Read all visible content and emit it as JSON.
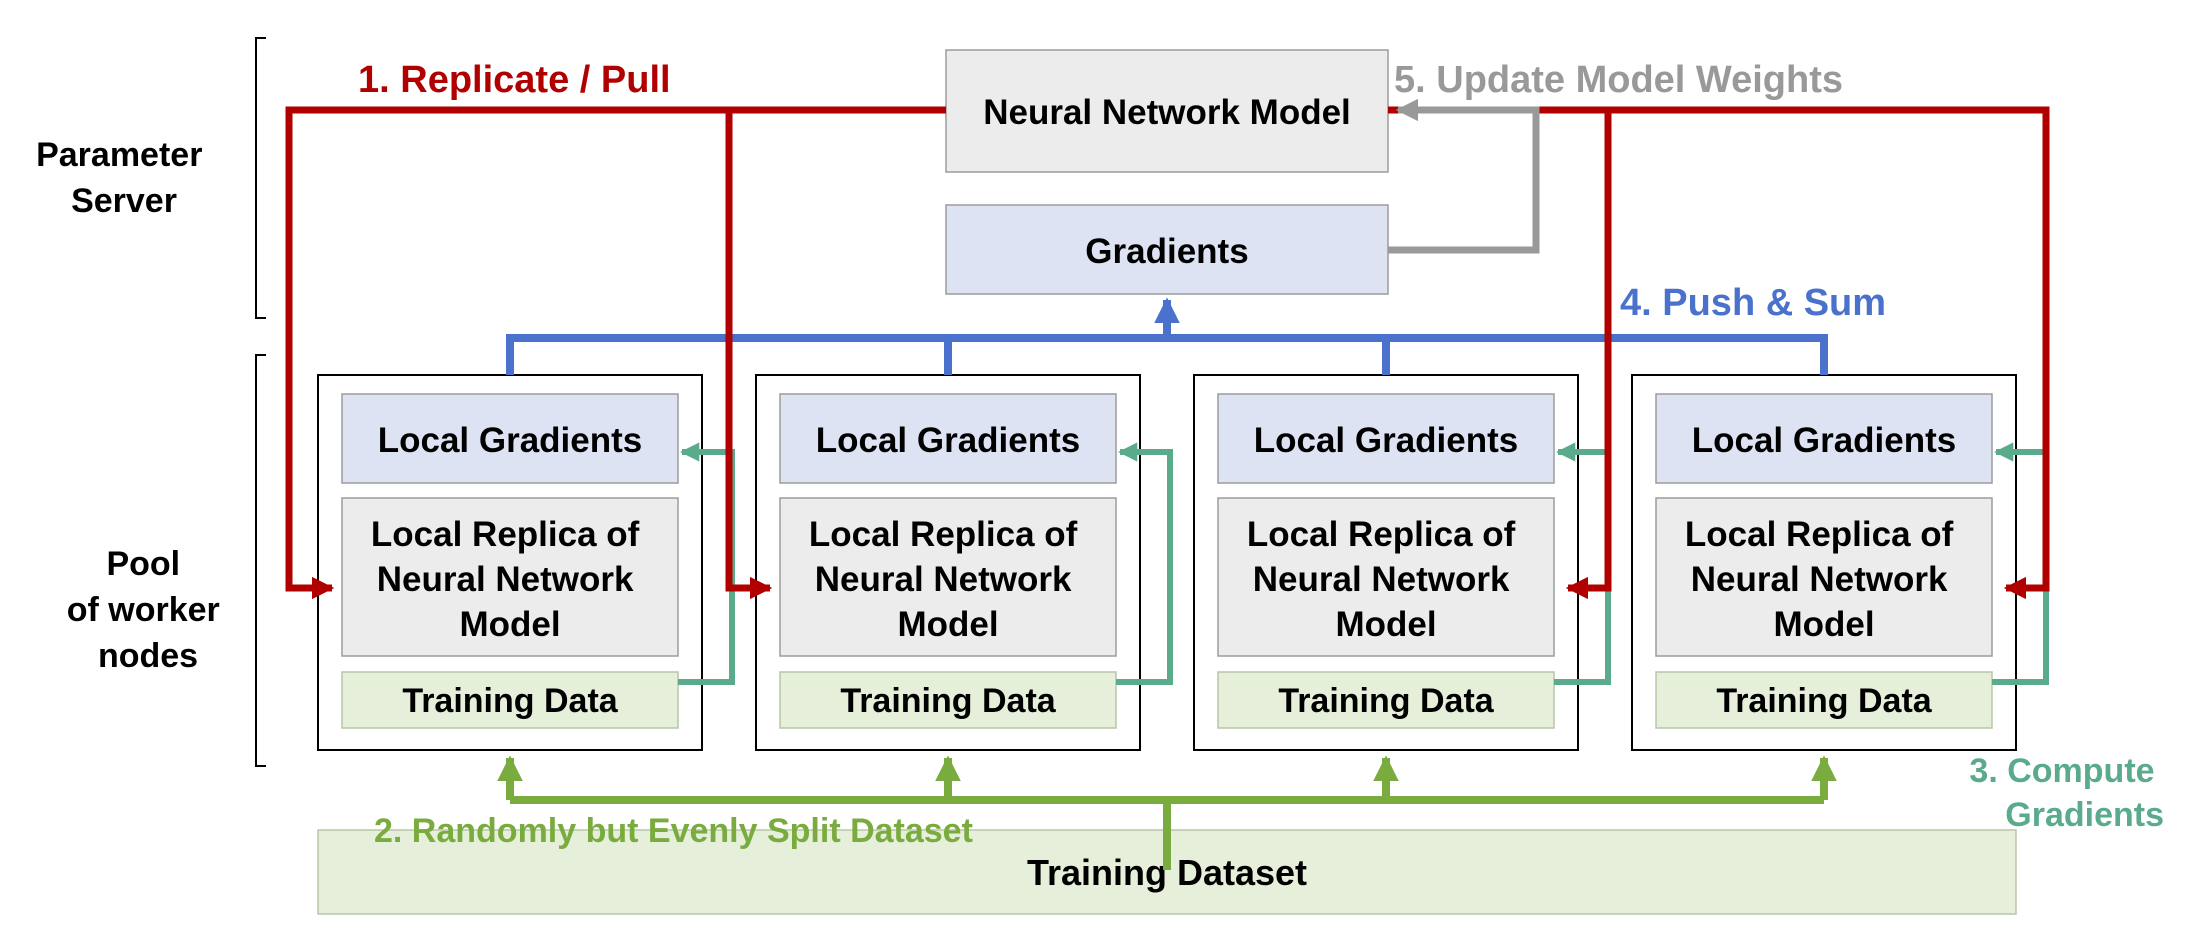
{
  "labels": {
    "parameter_server_line1": "Parameter",
    "parameter_server_line2": "Server",
    "pool_line1": "Pool",
    "pool_line2": "of worker",
    "pool_line3": "nodes"
  },
  "server": {
    "model": "Neural Network Model",
    "gradients": "Gradients"
  },
  "workers": [
    {
      "local_gradients": "Local Gradients",
      "replica_line1": "Local Replica of",
      "replica_line2": "Neural Network",
      "replica_line3": "Model",
      "training_data": "Training Data"
    },
    {
      "local_gradients": "Local Gradients",
      "replica_line1": "Local Replica of",
      "replica_line2": "Neural Network",
      "replica_line3": "Model",
      "training_data": "Training Data"
    },
    {
      "local_gradients": "Local Gradients",
      "replica_line1": "Local Replica of",
      "replica_line2": "Neural Network",
      "replica_line3": "Model",
      "training_data": "Training Data"
    },
    {
      "local_gradients": "Local Gradients",
      "replica_line1": "Local Replica of",
      "replica_line2": "Neural Network",
      "replica_line3": "Model",
      "training_data": "Training Data"
    }
  ],
  "dataset": "Training Dataset",
  "steps": {
    "replicate": "1. Replicate / Pull",
    "split": "2. Randomly but Evenly Split Dataset",
    "compute_line1": "3. Compute",
    "compute_line2": "Gradients",
    "push": "4. Push & Sum",
    "update": "5. Update Model Weights"
  },
  "colors": {
    "replicate": "#b00000",
    "split": "#7aab3e",
    "compute": "#5aaa8c",
    "push": "#4a72cc",
    "update": "#999999",
    "blue_box": "#dde3f3",
    "gray_box": "#ececec",
    "green_box": "#e5efd9"
  }
}
